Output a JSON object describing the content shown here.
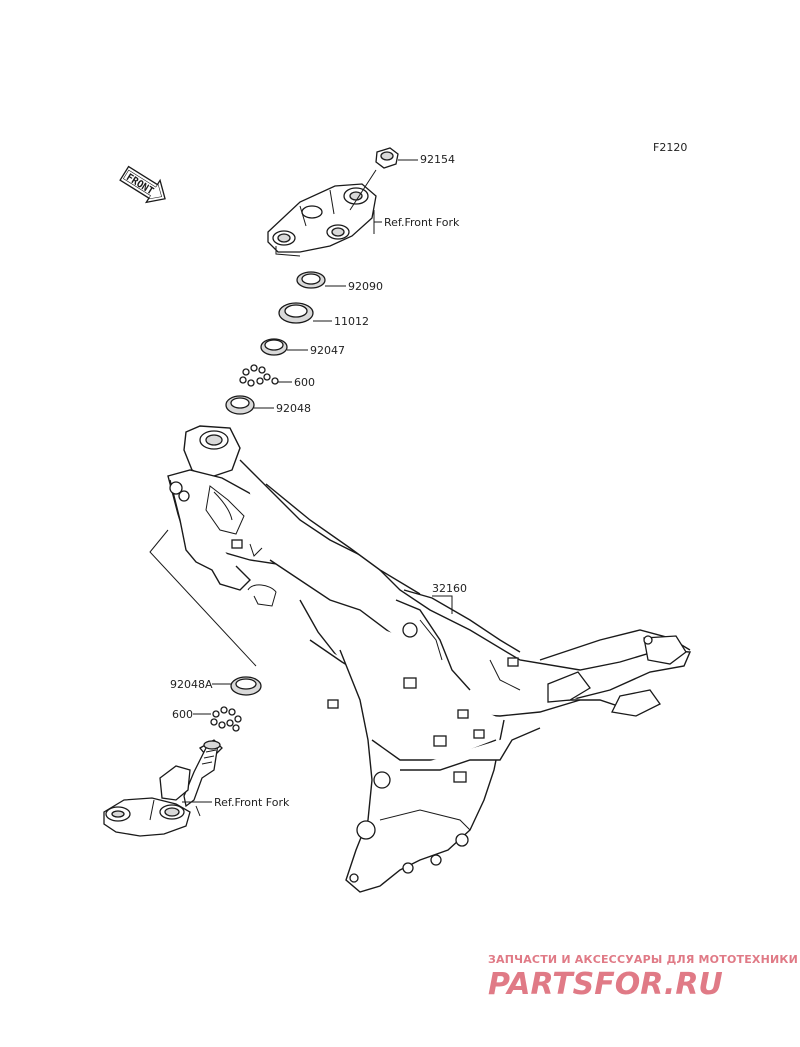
{
  "diagram": {
    "code": "F2120",
    "front_arrow_text": "FRONT",
    "callouts": [
      {
        "id": "92154",
        "text": "92154"
      },
      {
        "id": "ref-front-fork-top",
        "text": "Ref.Front Fork"
      },
      {
        "id": "92090",
        "text": "92090"
      },
      {
        "id": "11012",
        "text": "11012"
      },
      {
        "id": "92047",
        "text": "92047"
      },
      {
        "id": "600-top",
        "text": "600"
      },
      {
        "id": "92048",
        "text": "92048"
      },
      {
        "id": "32160",
        "text": "32160"
      },
      {
        "id": "92048A",
        "text": "92048A"
      },
      {
        "id": "600-bottom",
        "text": "600"
      },
      {
        "id": "ref-front-fork-bottom",
        "text": "Ref.Front Fork"
      }
    ]
  },
  "watermark": {
    "subtitle": "ЗАПЧАСТИ И АКСЕССУАРЫ ДЛЯ МОТОТЕХНИКИ",
    "brand": "PARTSFOR.RU",
    "color": "#e07a86"
  }
}
